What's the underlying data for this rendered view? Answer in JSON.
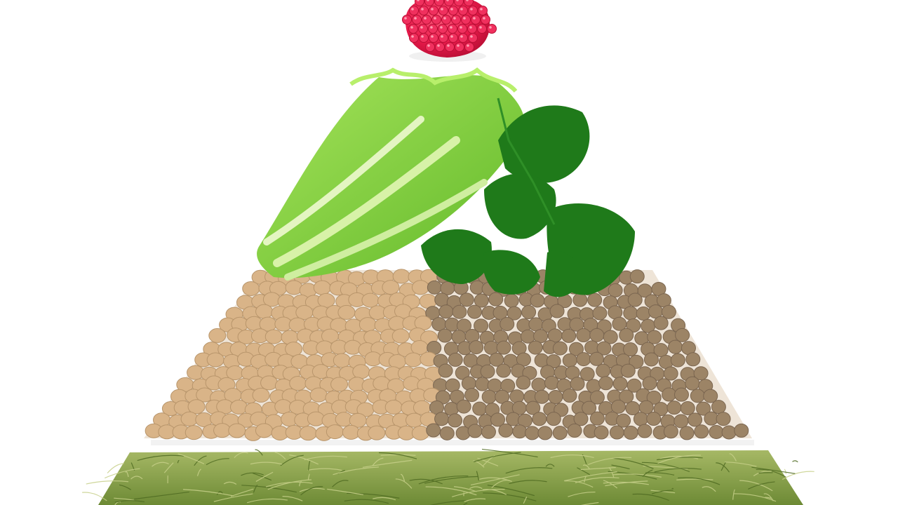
{
  "scene": {
    "background": "#ffffff",
    "tiers": [
      {
        "name": "raspberry",
        "icon": "raspberry-icon",
        "color": "#e8194a",
        "highlight": "#ff6a88"
      },
      {
        "name": "leafy-greens",
        "icons": [
          "romaine-lettuce-icon",
          "parsley-icon"
        ],
        "lettuce_color": "#8ed63a",
        "lettuce_rib": "#d8f2a8",
        "parsley_color": "#1f7a1a"
      },
      {
        "name": "pellets",
        "icon": "pellets-icon",
        "light_color": "#d9b488",
        "dark_color": "#9c8466"
      },
      {
        "name": "hay",
        "icon": "hay-icon",
        "color": "#8aa84a",
        "highlight": "#c8cf85"
      }
    ],
    "divider_color": "#f2f2f2"
  }
}
